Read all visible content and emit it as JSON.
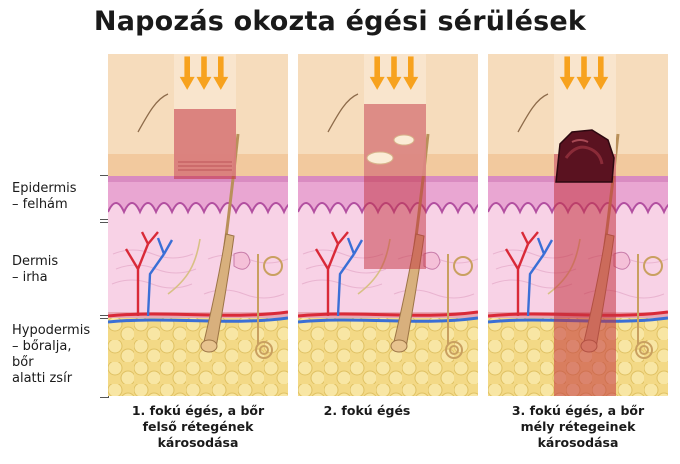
{
  "title": "Napozás okozta égési sérülések",
  "layers": [
    {
      "line1": "Epidermis",
      "line2": "– felhám"
    },
    {
      "line1": "Dermis",
      "line2": "– irha"
    },
    {
      "line1": "Hypodermis",
      "line2": "– bőralja,",
      "line3": "bőr",
      "line4": "alatti zsír"
    }
  ],
  "captions": [
    {
      "line1": "1. fokú égés, a bőr",
      "line2": "felső rétegének",
      "line3": "károsodása"
    },
    {
      "line1": "2. fokú égés"
    },
    {
      "line1": "3. fokú égés, a bőr",
      "line2": "mély rétegeinek",
      "line3": "károsodása"
    }
  ],
  "colors": {
    "skin_surface": "#f6dcbc",
    "epidermis": "#e9a6d2",
    "dermis": "#f8d2e6",
    "fat": "#f3d986",
    "burn": "#c2333f",
    "sun_arrow": "#f7a21e",
    "artery": "#d92a38",
    "vein": "#3a6fd6"
  },
  "icons": [
    "sun-ray-arrow-icon",
    "blister-icon",
    "burn-scab-icon"
  ]
}
